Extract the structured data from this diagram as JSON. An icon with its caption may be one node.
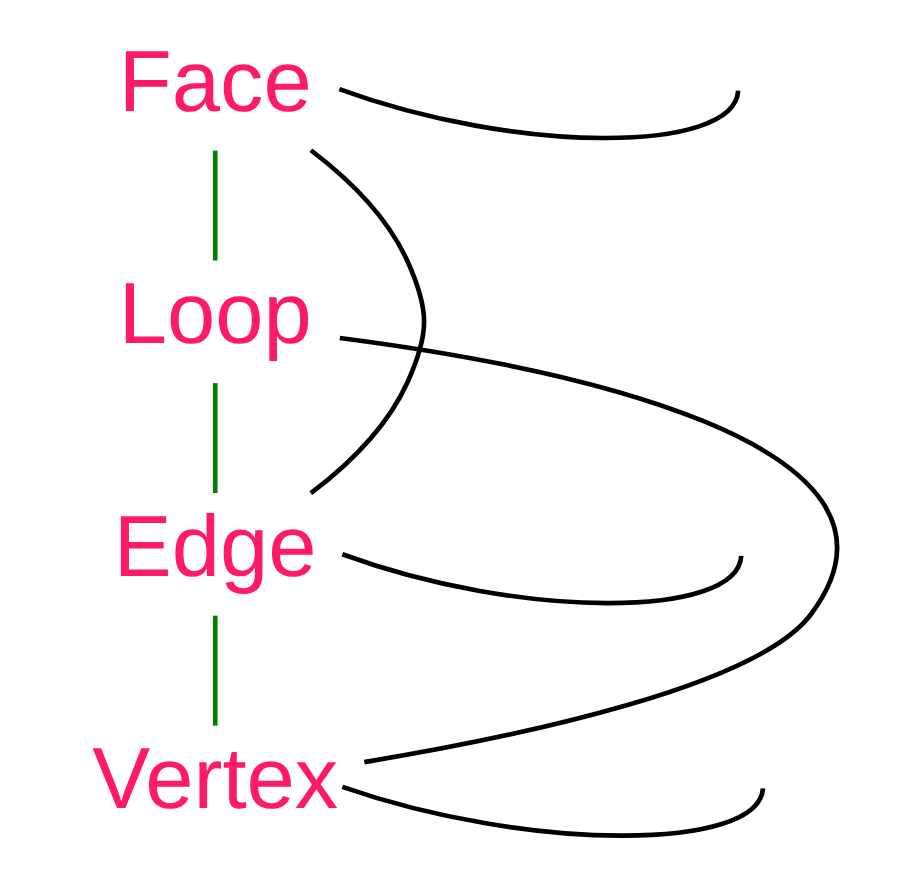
{
  "diagram": {
    "nodes": [
      {
        "text": [
          "Face"
        ]
      },
      {
        "text": [
          "Loop"
        ]
      },
      {
        "text": [
          "Edge"
        ]
      },
      {
        "text": [
          "Vertex"
        ]
      }
    ],
    "edges": [
      {
        "from": 0,
        "to": 1,
        "arrow": "none",
        "color": "#008000"
      },
      {
        "from": 1,
        "to": 2,
        "arrow": "none",
        "color": "#008000"
      },
      {
        "from": 2,
        "to": 3,
        "arrow": "none",
        "color": "#008000"
      },
      {
        "from": 0,
        "to": 2,
        "arrow": "none"
      },
      {
        "from": 1,
        "to": 3,
        "arrow": "none"
      },
      {
        "from": 0,
        "to": null,
        "arrow": "none"
      },
      {
        "from": 2,
        "to": null,
        "arrow": "none"
      },
      {
        "from": 3,
        "to": null,
        "arrow": "none"
      }
    ]
  }
}
